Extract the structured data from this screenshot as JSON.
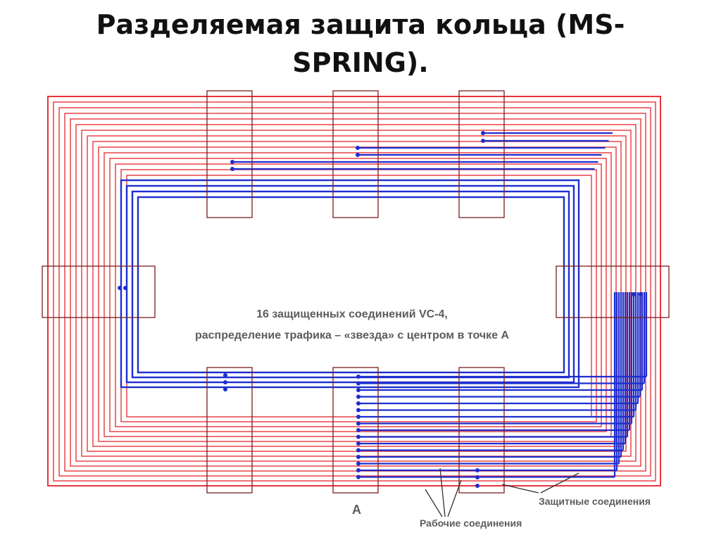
{
  "title": "Разделяемая защита кольца (MS-SPRING).",
  "center_text": {
    "line1": "16 защищенных соединений VC-4,",
    "line2": "распределение трафика – «звезда» с центром в точке А"
  },
  "labels": {
    "node_a": "A",
    "protection": "Защитные соединения",
    "working": "Рабочие соединения"
  },
  "colors": {
    "protection_line": "#e8353a",
    "working_line": "#1d2ed0",
    "node_box": "#7a1e1e"
  },
  "diagram": {
    "protection_rings": 15,
    "working_rings": 4,
    "working_connections_to_a": 16,
    "nodes": 8
  }
}
